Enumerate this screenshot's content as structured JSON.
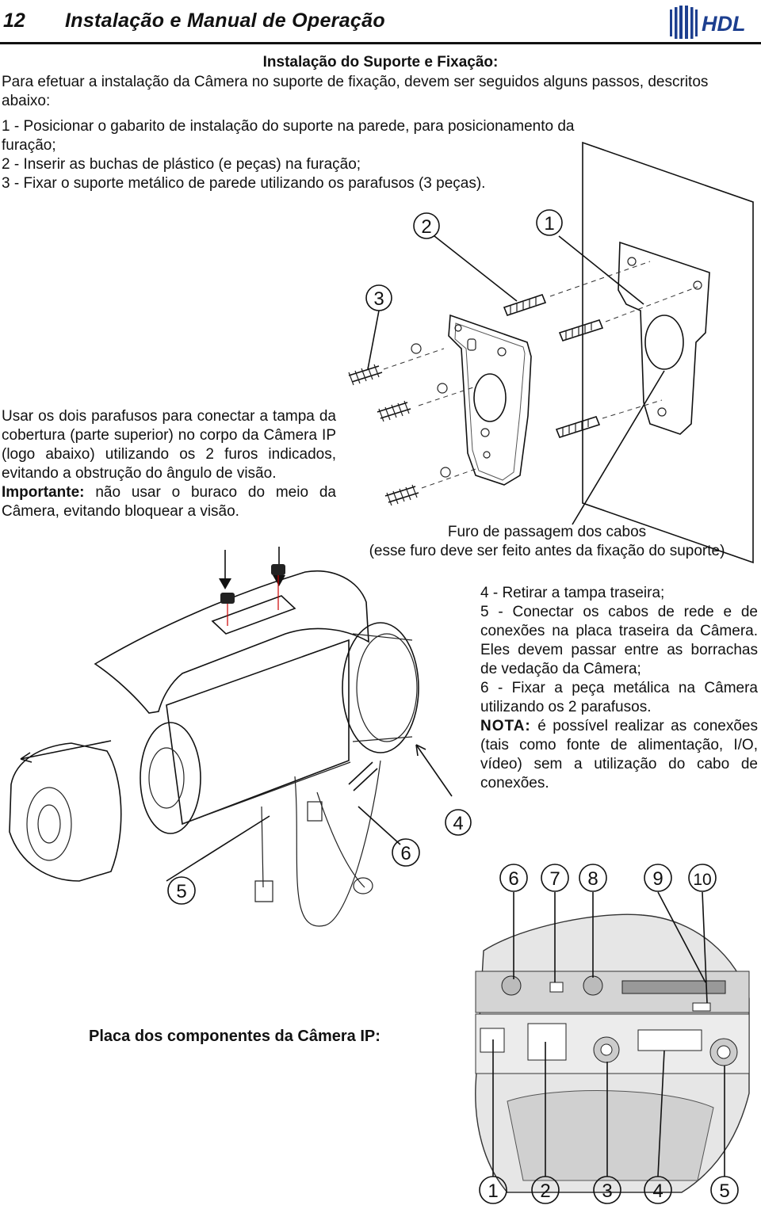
{
  "header": {
    "page_number": "12",
    "title": "Instalação e Manual de Operação",
    "logo_text": "HDL"
  },
  "section": {
    "title": "Instalação do Suporte e Fixação:",
    "intro": "Para efetuar a instalação da Câmera no suporte de fixação, devem ser seguidos alguns passos, descritos abaixo:",
    "steps": [
      "1 - Posicionar o gabarito de instalação do suporte na parede, para posicionamento da furação;",
      "2 - Inserir as buchas de plástico (e peças) na furação;",
      "3 - Fixar o suporte metálico de parede utilizando os parafusos (3 peças)."
    ]
  },
  "bracket_diagram": {
    "callouts": [
      "1",
      "2",
      "3"
    ]
  },
  "left_note": {
    "text": "Usar os dois parafusos para conectar a tampa da cobertura (parte superior) no corpo da Câmera IP (logo abaixo) utilizando os 2 furos indicados, evitando a obstrução do ângulo de visão.",
    "important_label": "Importante:",
    "important_text": " não usar o buraco do meio da Câmera, evitando bloquear a visão."
  },
  "hole_caption": {
    "line1": "Furo de passagem dos cabos",
    "line2": "(esse furo deve ser feito antes da fixação do suporte)"
  },
  "camera_diagram": {
    "callouts": [
      "4",
      "5",
      "6"
    ]
  },
  "right_steps": {
    "step4": "4 - Retirar a tampa traseira;",
    "step5": "5 - Conectar os cabos de rede e de conexões na placa traseira da Câmera. Eles devem passar entre as borrachas de vedação da Câmera;",
    "step6": "6 - Fixar a peça metálica na Câmera utilizando os 2 parafusos.",
    "note_label": "NOTA:",
    "note_text": " é possível realizar as conexões (tais como fonte de alimentação, I/O, vídeo) sem a utilização do cabo de conexões."
  },
  "board": {
    "label": "Placa dos componentes da Câmera IP:",
    "top_callouts": [
      "6",
      "7",
      "8",
      "9",
      "10"
    ],
    "bottom_callouts": [
      "1",
      "2",
      "3",
      "4",
      "5"
    ]
  }
}
